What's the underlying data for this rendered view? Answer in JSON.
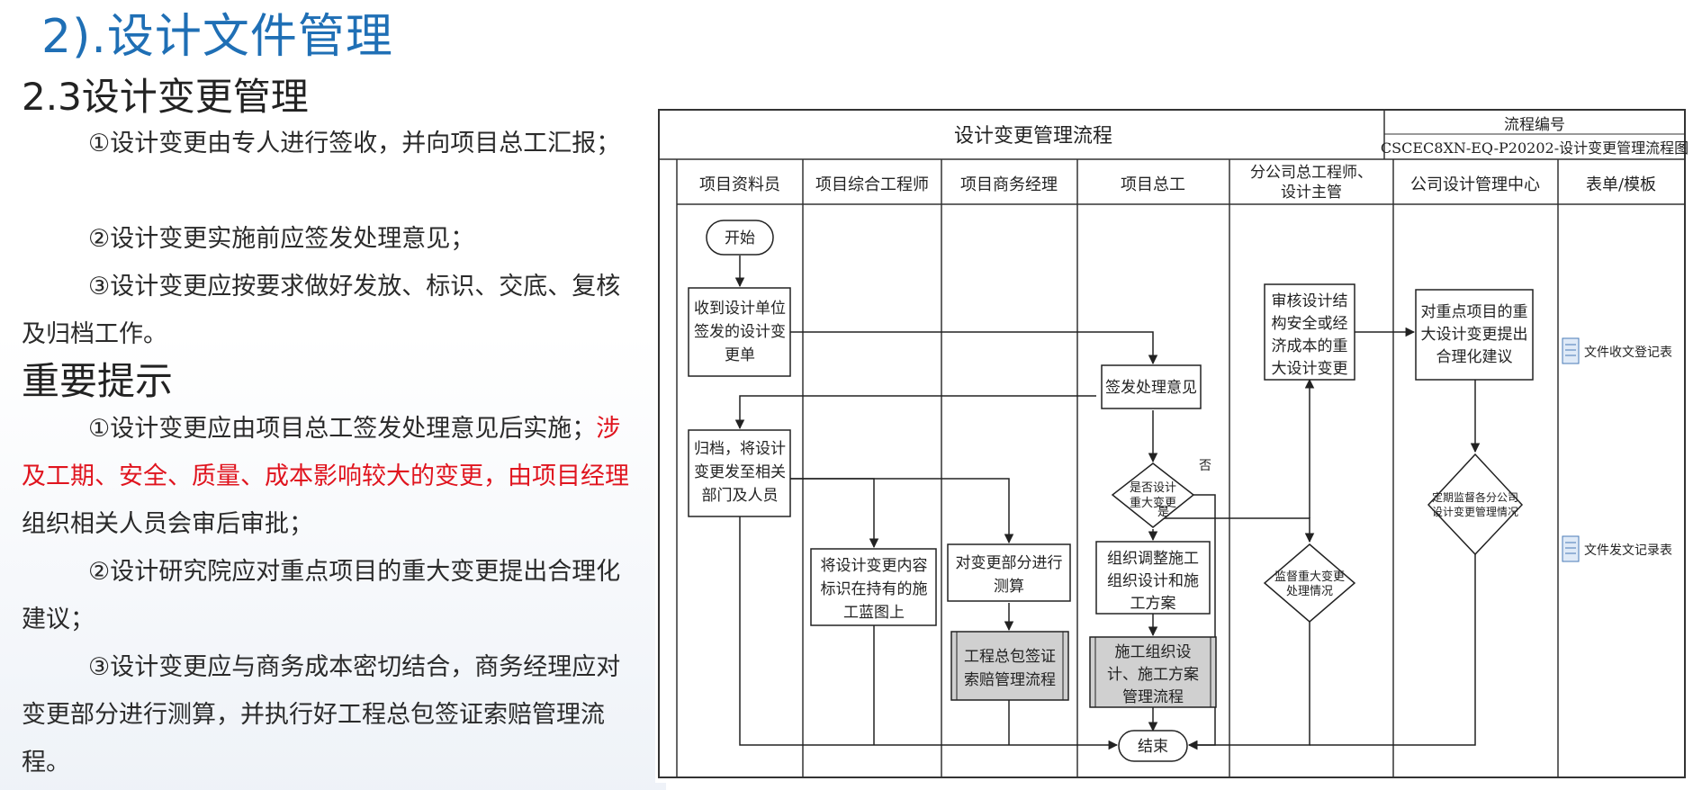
{
  "page": {
    "title": "2).设计文件管理",
    "section_title": "2.3设计变更管理",
    "paragraphs": [
      "①设计变更由专人进行签收，并向项目总工汇报；",
      "②设计变更实施前应签发处理意见；",
      "③设计变更应按要求做好发放、标识、交底、复核及归档工作。"
    ],
    "tips_title": "重要提示",
    "tips": {
      "t1_a": "①设计变更应由项目总工签发处理意见后实施；",
      "t1_red": "涉及工期、安全、质量、成本影响较大的变更，由项目经理",
      "t1_b": "组织相关人员会审后审批；",
      "t2": "②设计研究院应对重点项目的重大变更提出合理化建议；",
      "t3": "③设计变更应与商务成本密切结合，商务经理应对变更部分进行测算，并执行好工程总包签证索赔管理流程。"
    }
  },
  "flowchart": {
    "title": "设计变更管理流程",
    "code_label": "流程编号",
    "code_value": "CSCEC8XN-EQ-P20202-设计变更管理流程图",
    "lanes": [
      {
        "l1": "项目资料员",
        "l2": ""
      },
      {
        "l1": "项目综合工程师",
        "l2": ""
      },
      {
        "l1": "项目商务经理",
        "l2": ""
      },
      {
        "l1": "项目总工",
        "l2": ""
      },
      {
        "l1": "分公司总工程师、",
        "l2": "设计主管"
      },
      {
        "l1": "公司设计管理中心",
        "l2": ""
      },
      {
        "l1": "表单/模板",
        "l2": ""
      }
    ],
    "nodes": {
      "start": "开始",
      "receive": [
        "收到设计单位",
        "签发的设计变",
        "更单"
      ],
      "review": [
        "审核设计结",
        "构安全或经",
        "济成本的重",
        "大设计变更"
      ],
      "suggest": [
        "对重点项目的重",
        "大设计变更提出",
        "合理化建议"
      ],
      "issue": "签发处理意见",
      "archive": [
        "归档，将设计",
        "变更发至相关",
        "部门及人员"
      ],
      "decision": [
        "是否设计",
        "重大变更"
      ],
      "yes": "是",
      "no": "否",
      "supervise": [
        "定期监督各分公司",
        "设计变更管理情况"
      ],
      "mark": [
        "将设计变更内容",
        "标识在持有的施",
        "工蓝图上"
      ],
      "measure": [
        "对变更部分进行",
        "测算"
      ],
      "organize": [
        "组织调整施工",
        "组织设计和施",
        "工方案"
      ],
      "monitor": [
        "监督重大变更",
        "处理情况"
      ],
      "claim": [
        "工程总包签证",
        "索赔管理流程"
      ],
      "plan": [
        "施工组织设",
        "计、施工方案",
        "管理流程"
      ],
      "end": "结束"
    },
    "forms": [
      "文件收文登记表",
      "文件发文记录表"
    ]
  }
}
